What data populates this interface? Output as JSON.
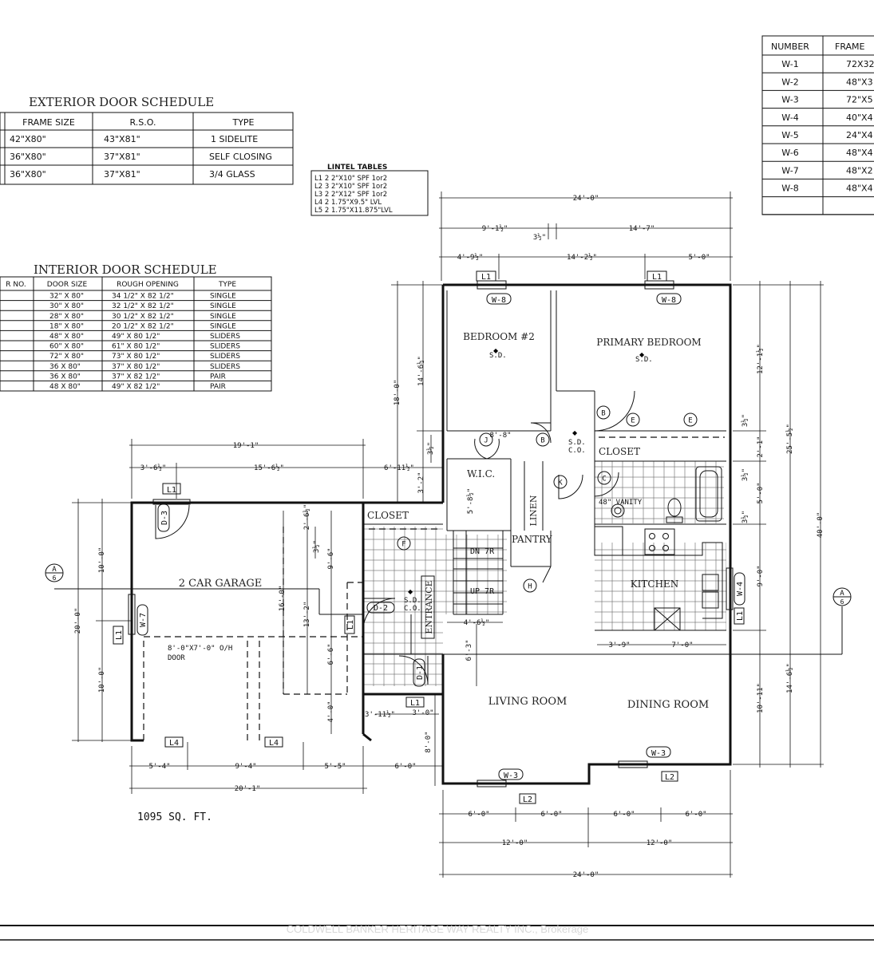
{
  "exterior_schedule": {
    "title": "EXTERIOR DOOR SCHEDULE",
    "headers": [
      "FRAME SIZE",
      "R.S.O.",
      "TYPE"
    ],
    "rows": [
      [
        "42\"X80\"",
        "43\"X81\"",
        "1 SIDELITE"
      ],
      [
        "36\"X80\"",
        "37\"X81\"",
        "SELF CLOSING"
      ],
      [
        "36\"X80\"",
        "37\"X81\"",
        "3/4 GLASS"
      ]
    ]
  },
  "interior_schedule": {
    "title": "INTERIOR DOOR SCHEDULE",
    "headers": [
      "R NO.",
      "DOOR SIZE",
      "ROUGH OPENING",
      "TYPE"
    ],
    "rows": [
      [
        "32\" X 80\"",
        "34 1/2\" X 82 1/2\"",
        "SINGLE"
      ],
      [
        "30\" X 80\"",
        "32 1/2\" X 82 1/2\"",
        "SINGLE"
      ],
      [
        "28\" X 80\"",
        "30 1/2\" X 82 1/2\"",
        "SINGLE"
      ],
      [
        "18\" X 80\"",
        "20 1/2\" X 82 1/2\"",
        "SINGLE"
      ],
      [
        "48\" X 80\"",
        "49\" X 80 1/2\"",
        "SLIDERS"
      ],
      [
        "60\" X 80\"",
        "61\" X 80 1/2\"",
        "SLIDERS"
      ],
      [
        "72\" X 80\"",
        "73\" X 80 1/2\"",
        "SLIDERS"
      ],
      [
        "36 X 80\"",
        "37\" X 80 1/2\"",
        "SLIDERS"
      ],
      [
        "36 X 80\"",
        "37\" X 82 1/2\"",
        "PAIR"
      ],
      [
        "48 X 80\"",
        "49\" X 82 1/2\"",
        "PAIR"
      ]
    ]
  },
  "window_schedule": {
    "headers": [
      "NUMBER",
      "FRAME"
    ],
    "rows": [
      [
        "W-1",
        "72X32"
      ],
      [
        "W-2",
        "48\"X3"
      ],
      [
        "W-3",
        "72\"X5"
      ],
      [
        "W-4",
        "40\"X4"
      ],
      [
        "W-5",
        "24\"X4"
      ],
      [
        "W-6",
        "48\"X4"
      ],
      [
        "W-7",
        "48\"X2"
      ],
      [
        "W-8",
        "48\"X4"
      ],
      [
        "",
        ""
      ]
    ]
  },
  "lintel_tables": {
    "title": "LINTEL TABLES",
    "rows": [
      "L1  2  2\"X10\"  SPF 1or2",
      "L2  3  2\"X10\"  SPF 1or2",
      "L3  2  2\"X12\"  SPF 1or2",
      "L4  2  1.75\"X9.5\"  LVL",
      "L5  2  1.75\"X11.875\"LVL"
    ]
  },
  "rooms": {
    "bedroom2": "BEDROOM #2",
    "primary": "PRIMARY BEDROOM",
    "closet_bed": "CLOSET",
    "wic": "W.I.C.",
    "linen": "LINEN",
    "closet_entry": "CLOSET",
    "pantry": "PANTRY",
    "kitchen": "KITCHEN",
    "garage": "2 CAR GARAGE",
    "entrance": "ENTRANCE",
    "living": "LIVING ROOM",
    "dining": "DINING ROOM",
    "vanity": "48\" VANITY",
    "dn": "DN 7R",
    "up": "UP 7R",
    "garage_door": "8'-0\"X7'-0\" O/H",
    "garage_door2": "DOOR",
    "sd": "S.D.",
    "sdco": "S.D.",
    "co": "C.O."
  },
  "tags": {
    "w8": "W-8",
    "w3": "W-3",
    "w4": "W-4",
    "w7": "W-7",
    "d1": "D-1",
    "d2": "D-2",
    "d3": "D-3",
    "l1": "L1",
    "l2": "L2",
    "l4": "L4",
    "sec": "A",
    "sec_sub": "6"
  },
  "door_letters": [
    "B",
    "E",
    "E",
    "J",
    "B",
    "K",
    "C",
    "F",
    "H"
  ],
  "dims": {
    "d24_top": "24'-0\"",
    "d9_1_2": "9'-1½\"",
    "d14_7": "14'-7\"",
    "d3_half": "3½\"",
    "d4_9_2": "4'-9½\"",
    "d14_2_2": "14'-2½\"",
    "d5_0": "5'-0\"",
    "d19_1": "19'-1\"",
    "d3_6_2": "3'-6½\"",
    "d15_6_2": "15'-6½\"",
    "d6_11_2": "6'-11½\"",
    "d8_8": "8'-8\"",
    "d18_0": "18'-0\"",
    "d14_6_2": "14'-6½\"",
    "d3_2": "3'-2\"",
    "d3_half2": "3½\"",
    "d5_8_2": "5'-8½\"",
    "d12_1_2": "12'-1½\"",
    "d3_half_r": "3½\"",
    "d2_1": "2'-1\"",
    "d3_half_r2": "3½\"",
    "d5_0_r": "5'-0\"",
    "d3_half_r3": "3½\"",
    "d25_5_2": "25'-5½\"",
    "d40_0": "40'-0\"",
    "d9_0": "9'-0\"",
    "d10_11": "10'-11\"",
    "d14_6_2r": "14'-6½\"",
    "d10_0a": "10'-0\"",
    "d20_0": "20'-0\"",
    "d10_0b": "10'-0\"",
    "d16_0": "16'-0\"",
    "d13_2": "13'-2\"",
    "d9_6": "9'-6\"",
    "d2_6_2": "2'-6½\"",
    "d3_half_g": "3½\"",
    "d6_6": "6'-6\"",
    "d4_0": "4'-0\"",
    "d3_11_2": "3'-11½\"",
    "d3_0": "3'-0\"",
    "d4_6_2": "4'-6½\"",
    "d6_3": "6'-3\"",
    "d8_0": "8'-0\"",
    "d3_9": "3'-9\"",
    "d7_0": "7'-0\"",
    "d5_4": "5'-4\"",
    "d9_4": "9'-4\"",
    "d5_5": "5'-5\"",
    "d6_0g": "6'-0\"",
    "d20_1": "20'-1\"",
    "d6_0a": "6'-0\"",
    "d6_0b": "6'-0\"",
    "d6_0c": "6'-0\"",
    "d6_0d": "6'-0\"",
    "d12_0a": "12'-0\"",
    "d12_0b": "12'-0\"",
    "d24_bot": "24'-0\""
  },
  "area": "1095 SQ. FT.",
  "watermark": "COLDWELL BANKER HERITAGE WAY REALTY INC., Brokerage"
}
